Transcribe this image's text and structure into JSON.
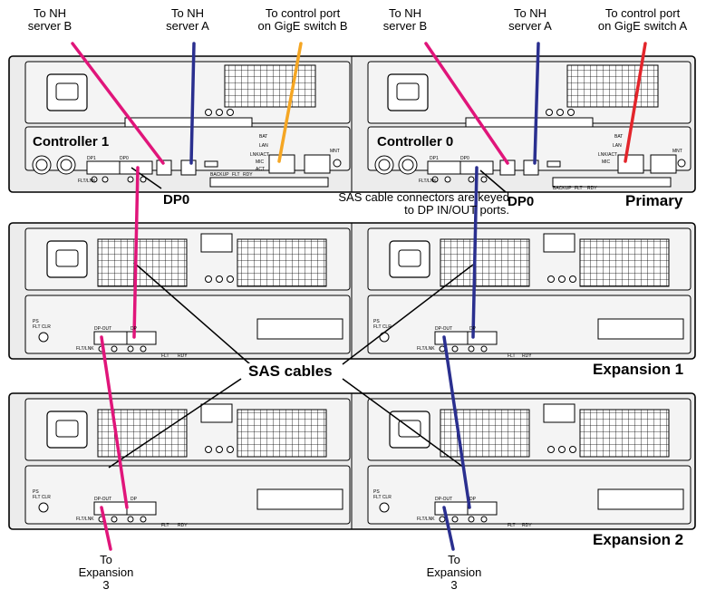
{
  "top_labels": {
    "to_nh_server_b_left": [
      "To NH",
      "server B"
    ],
    "to_nh_server_a_left": [
      "To NH",
      "server A"
    ],
    "to_control_port_b": [
      "To control port",
      "on GigE switch B"
    ],
    "to_nh_server_b_right": [
      "To NH",
      "server B"
    ],
    "to_nh_server_a_right": [
      "To NH",
      "server A"
    ],
    "to_control_port_a": [
      "To control port",
      "on GigE switch A"
    ]
  },
  "controllers": {
    "left": "Controller 1",
    "right": "Controller 0"
  },
  "dp0_left": "DP0",
  "dp0_right": "DP0",
  "sas_note": [
    "SAS cable connectors are keyed",
    "to DP IN/OUT ports."
  ],
  "enclosures": {
    "primary": "Primary",
    "expansion1": "Expansion 1",
    "expansion2": "Expansion 2"
  },
  "sas_cables": "SAS cables",
  "bottom_labels": {
    "left": [
      "To",
      "Expansion",
      "3"
    ],
    "right": [
      "To",
      "Expansion",
      "3"
    ]
  },
  "port_labels": {
    "dp1": "DP1",
    "dp0": "DP0",
    "flt_lnk": "FLT/LNK",
    "backup": "BACKUP",
    "flt": "FLT",
    "rdy": "RDY",
    "bat": "BAT",
    "lan": "LAN",
    "lnk_act": "LNK/ACT",
    "mic": "MIC",
    "act": "ACT",
    "mnt": "MNT",
    "dp_out": "DP-OUT",
    "dp_in": "DP",
    "ps": "PS",
    "flt_clr": "FLT CLR",
    "dp_small": "DP"
  },
  "cable_colors": {
    "magenta": "#e0157a",
    "blue": "#2a2f8f",
    "orange": "#f5a623",
    "red": "#e3252b"
  }
}
